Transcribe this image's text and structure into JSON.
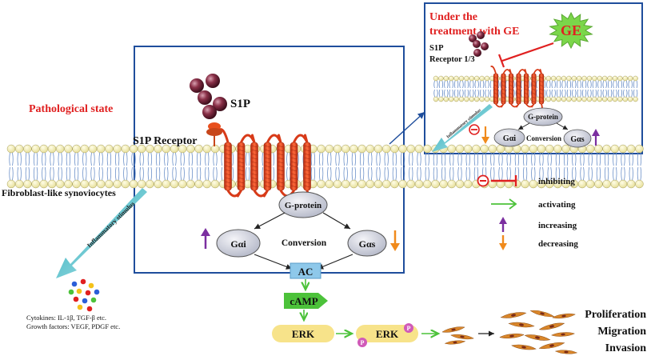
{
  "labels": {
    "pathological_state": "Pathological state",
    "s1p": "S1P",
    "s1p_receptor": "S1P Receptor",
    "fibroblast": "Fibroblast-like synoviocytes",
    "g_protein": "G-protein",
    "g_alpha_i": "Gαi",
    "g_alpha_s": "Gαs",
    "conversion": "Conversion",
    "inflammatory_stimulus": "Inflammatory stimulus",
    "ac": "AC",
    "camp": "cAMP",
    "erk": "ERK",
    "erk_phos": "ERK",
    "p": "P",
    "cytokines": "Cytokines: IL-1β, TGF-β etc.",
    "growth_factors": "Growth factors: VEGF, PDGF etc.",
    "outcomes": [
      "Proliferation",
      "Migration",
      "Invasion"
    ]
  },
  "inset": {
    "title_line1": "Under the",
    "title_line2": "treatment with GE",
    "ge": "GE",
    "s1p": "S1P",
    "receptor": "Receptor 1/3",
    "g_protein": "G-protein",
    "g_alpha_i": "Gαi",
    "conversion": "Conversion",
    "g_alpha_s": "Gαs",
    "inflammatory_stimulus": "Inflammatory stimulus"
  },
  "legend": [
    {
      "label": "inhibiting",
      "type": "inhibit"
    },
    {
      "label": "activating",
      "type": "activate"
    },
    {
      "label": "increasing",
      "type": "increase"
    },
    {
      "label": "decreasing",
      "type": "decrease"
    }
  ],
  "colors": {
    "red": "#e02020",
    "orange_receptor": "#e8501e",
    "frame_blue": "#1f4e9c",
    "green": "#4cc23a",
    "purple": "#7b2fa0",
    "orange_arrow": "#f08a1c",
    "ac_blue": "#8ec8ea",
    "pill_yellow": "#f7e38a",
    "s1p_sphere": "#8a3048",
    "teal": "#2bb3c0",
    "ge_star": "#7bd64a"
  }
}
